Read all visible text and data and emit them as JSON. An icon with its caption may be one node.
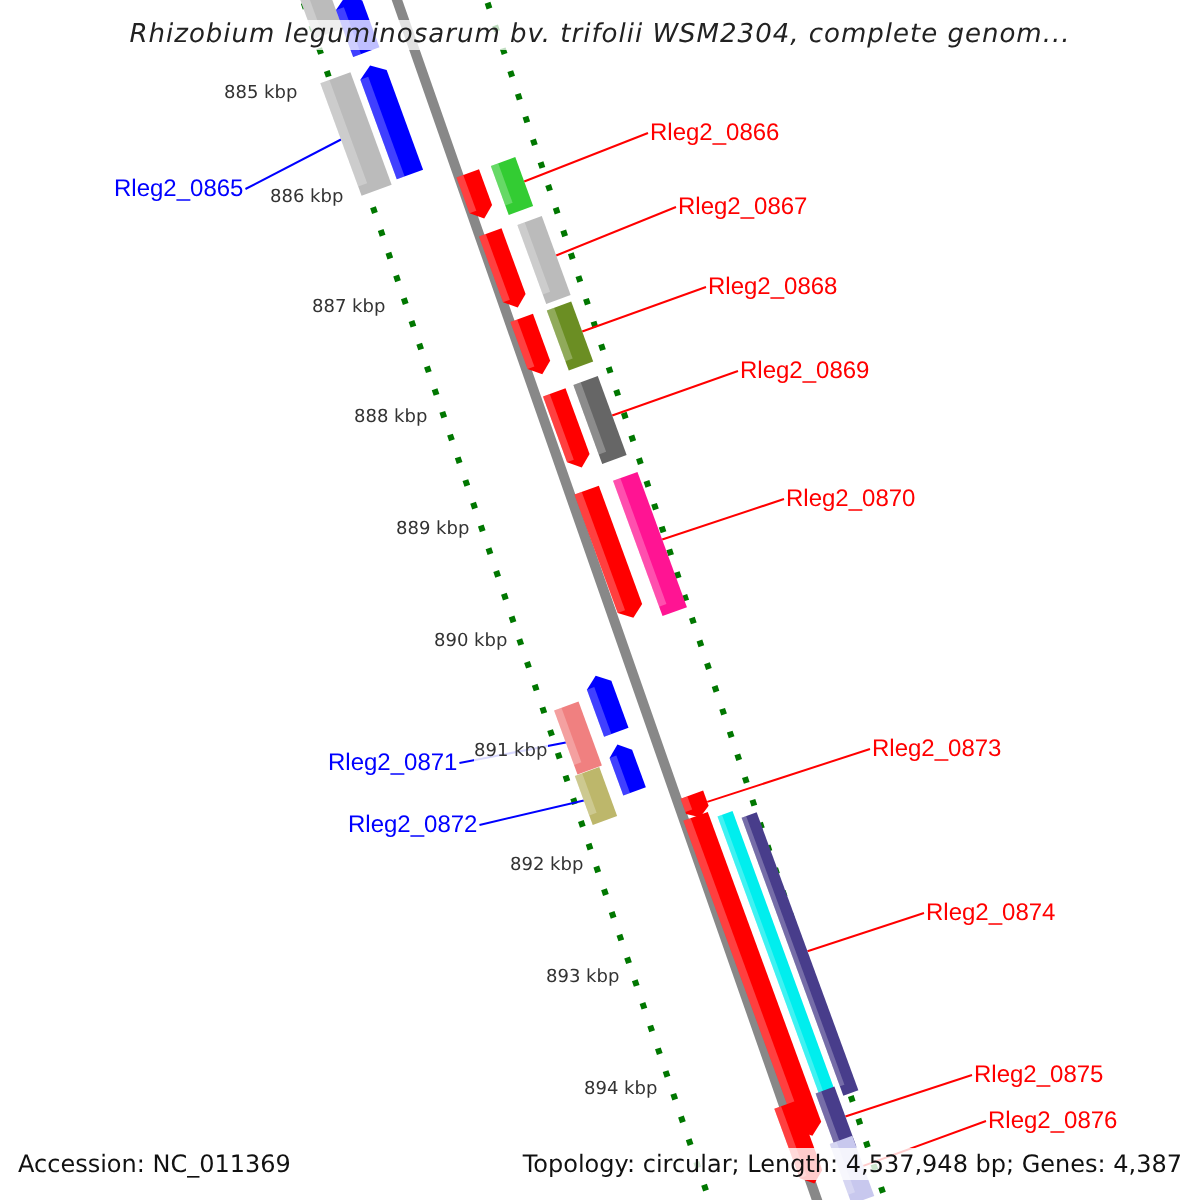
{
  "diagram": {
    "title": "Rhizobium leguminosarum bv. trifolii WSM2304, complete genom...",
    "nodes": [
      {
        "text": [
          "Rleg2_0865"
        ]
      },
      {
        "text": [
          "Rleg2_0866"
        ]
      },
      {
        "text": [
          "Rleg2_0867"
        ]
      },
      {
        "text": [
          "Rleg2_0868"
        ]
      },
      {
        "text": [
          "Rleg2_0869"
        ]
      },
      {
        "text": [
          "Rleg2_0870"
        ]
      },
      {
        "text": [
          "Rleg2_0871"
        ]
      },
      {
        "text": [
          "Rleg2_0872"
        ]
      },
      {
        "text": [
          "Rleg2_0873"
        ]
      },
      {
        "text": [
          "Rleg2_0874"
        ]
      },
      {
        "text": [
          "Rleg2_0875"
        ]
      },
      {
        "text": [
          "Rleg2_0876"
        ]
      },
      {
        "text": [],
        "shape": "bar"
      },
      {
        "text": [],
        "shape": "bar"
      },
      {
        "text": [],
        "shape": "bar"
      },
      {
        "text": [],
        "shape": "bar"
      },
      {
        "text": [],
        "shape": "bar"
      },
      {
        "text": [],
        "shape": "bar"
      },
      {
        "text": [],
        "shape": "bar"
      },
      {
        "text": [],
        "shape": "bar"
      },
      {
        "text": [],
        "shape": "bar"
      },
      {
        "text": [],
        "shape": "bar"
      },
      {
        "text": [],
        "shape": "bar"
      },
      {
        "text": [],
        "shape": "bar"
      }
    ],
    "edges": [
      {
        "from": 0,
        "to": 12,
        "arrow": "none",
        "color": "#0000ff"
      },
      {
        "from": 1,
        "to": 13,
        "arrow": "none"
      },
      {
        "from": 2,
        "to": 14,
        "arrow": "none"
      },
      {
        "from": 3,
        "to": 15,
        "arrow": "none"
      },
      {
        "from": 4,
        "to": 16,
        "arrow": "none"
      },
      {
        "from": 5,
        "to": 17,
        "arrow": "none"
      },
      {
        "from": 6,
        "to": 18,
        "arrow": "none",
        "color": "#0000ff"
      },
      {
        "from": 7,
        "to": 19,
        "arrow": "none",
        "color": "#0000ff"
      },
      {
        "from": 8,
        "to": 20,
        "arrow": "none"
      },
      {
        "from": 9,
        "to": 21,
        "arrow": "none"
      },
      {
        "from": 10,
        "to": 22,
        "arrow": "none"
      },
      {
        "from": 11,
        "to": 23,
        "arrow": "none"
      }
    ],
    "labels": [
      "885 kbp",
      "886 kbp",
      "887 kbp",
      "888 kbp",
      "889 kbp",
      "890 kbp",
      "891 kbp",
      "892 kbp",
      "893 kbp",
      "894 kbp",
      "Accession: NC_011369",
      "Topology: circular; Length: 4,537,948 bp; Genes: 4,387"
    ]
  }
}
